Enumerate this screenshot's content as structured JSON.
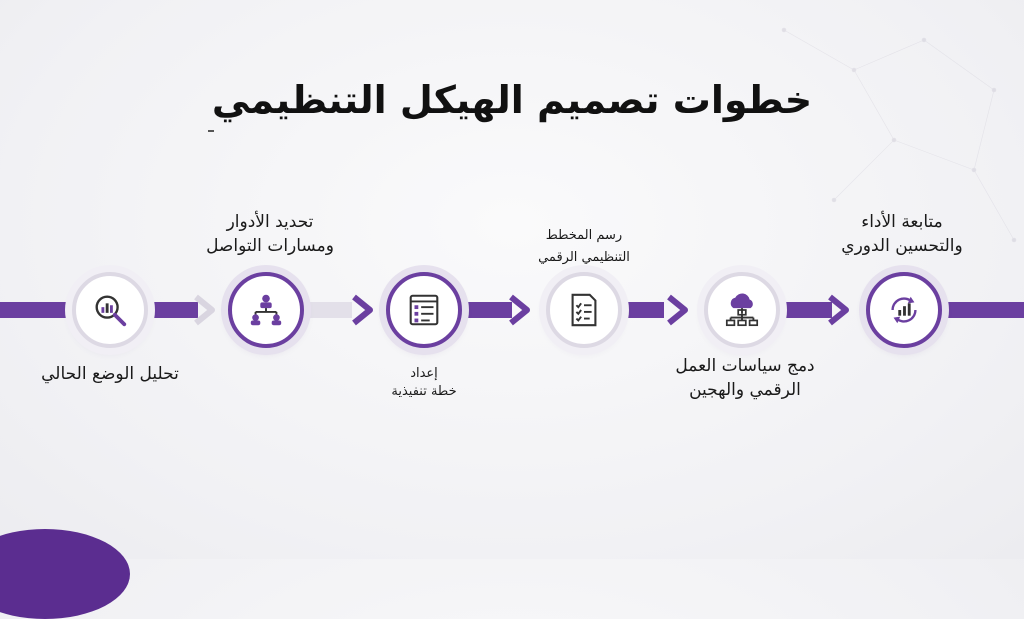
{
  "title": "خطوات تصميم الهيكل التنظيمي",
  "colors": {
    "accent": "#6b3fa0",
    "light_ring": "#e6e1ee",
    "text": "#111111"
  },
  "steps": [
    {
      "label": "تحليل الوضع الحالي",
      "icon": "magnifier-chart-icon"
    },
    {
      "label_line1": "تحديد الأدوار",
      "label_line2": "ومسارات التواصل",
      "icon": "org-chart-icon"
    },
    {
      "label_line1": "إعداد",
      "label_line2": "خطة تنفيذية",
      "icon": "checklist-icon"
    },
    {
      "label_line1": "رسم المخطط",
      "label_line2": "التنظيمي الرقمي",
      "icon": "document-checklist-icon"
    },
    {
      "label_line1": "دمج سياسات العمل",
      "label_line2": "الرقمي والهجين",
      "icon": "cloud-network-icon"
    },
    {
      "label_line1": "متابعة الأداء",
      "label_line2": "والتحسين الدوري",
      "icon": "growth-cycle-icon"
    }
  ]
}
